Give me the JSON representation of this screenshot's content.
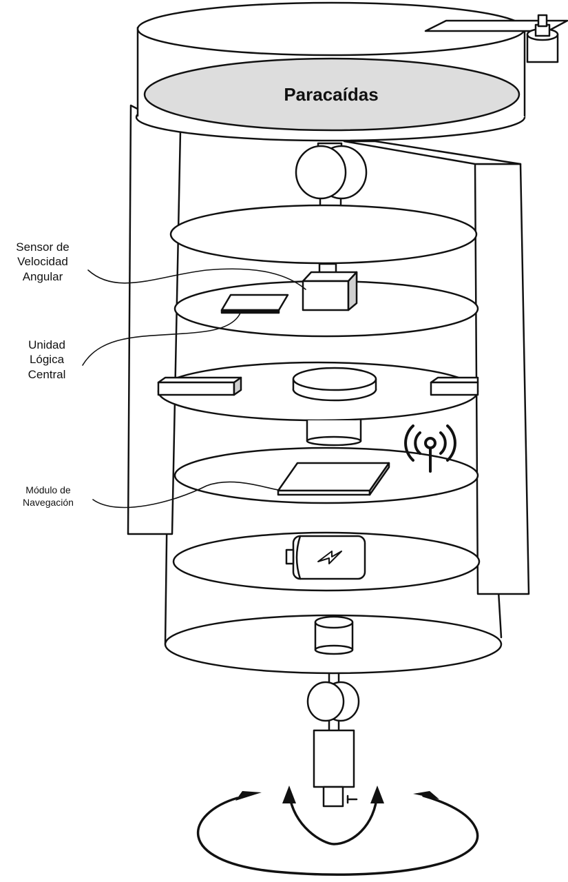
{
  "diagram": {
    "parachute_label": "Paracaídas",
    "labels": {
      "sensor": [
        "Sensor de",
        "Velocidad",
        "Angular"
      ],
      "unidad": [
        "Unidad",
        "Lógica",
        "Central"
      ],
      "modulo": [
        "Módulo de",
        "Navegación"
      ]
    },
    "colors": {
      "stroke": "#111111",
      "fill": "#ffffff",
      "shade": "#d0d0d0"
    }
  }
}
